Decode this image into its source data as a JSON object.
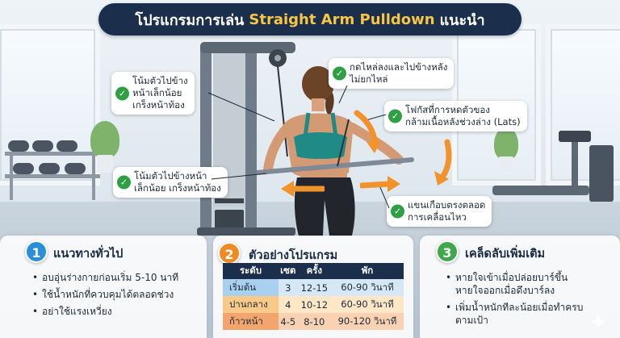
{
  "title": {
    "prefix": "โปรแกรมการเล่น",
    "highlight": "Straight Arm Pulldown",
    "suffix": "แนะนำ"
  },
  "callouts": {
    "lean_top": [
      "โน้มตัวไปข้าง",
      "หน้าเล็กน้อย",
      "เกร็งหน้าท้อง"
    ],
    "shoulders": [
      "กดไหล่ลงและไปข้างหลัง",
      "ไม่ยกไหล่"
    ],
    "focus": [
      "โฟกัสที่การหดตัวของ",
      "กล้ามเนื้อหลังช่วงล่าง (Lats)"
    ],
    "lean_mid": [
      "โน้มตัวไปข้างหน้า",
      "เล็กน้อย เกร็งหน้าท้อง"
    ],
    "arms": [
      "แขนเกือบตรงตลอด",
      "การเคลื่อนไหว"
    ]
  },
  "panels": {
    "guide": {
      "number": "1",
      "title": "แนวทางทั่วไป",
      "items": [
        "อบอุ่นร่างกายก่อนเริ่ม 5-10 นาที",
        "ใช้น้ำหนักที่ควบคุมได้ตลอดช่วง",
        "อย่าใช้แรงเหวี่ยง"
      ]
    },
    "program": {
      "number": "2",
      "title": "ตัวอย่างโปรแกรม",
      "headers": [
        "ระดับ",
        "เซต",
        "ครั้ง",
        "พัก"
      ],
      "rows": [
        [
          "เริ่มต้น",
          "3",
          "12-15",
          "60-90 วินาที"
        ],
        [
          "ปานกลาง",
          "4",
          "10-12",
          "60-90 วินาที"
        ],
        [
          "ก้าวหน้า",
          "4-5",
          "8-10",
          "90-120 วินาที"
        ]
      ]
    },
    "tips": {
      "number": "3",
      "title": "เคล็ดลับเพิ่มเติม",
      "items": [
        [
          "หายใจเข้าเมื่อปล่อยบาร์ขึ้น",
          "หายใจออกเมื่อดึงบาร์ลง"
        ],
        [
          "เพิ่มน้ำหนักทีละน้อยเมื่อทำครบ",
          "ตามเป้า"
        ]
      ]
    }
  },
  "colors": {
    "navy": "#1b2f4d",
    "accent_yellow": "#f7c645",
    "check_green": "#2ea043",
    "arrow_orange": "#f2922a",
    "badge_blue": "#2a8fd8",
    "badge_orange": "#f08a24",
    "badge_green": "#3fa84a"
  }
}
